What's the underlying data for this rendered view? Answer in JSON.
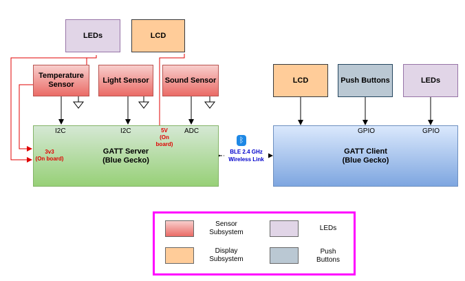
{
  "top_boxes": {
    "leds": "LEDs",
    "lcd": "LCD"
  },
  "sensors": {
    "temperature": "Temperature\nSensor",
    "light": "Light Sensor",
    "sound": "Sound Sensor"
  },
  "server": {
    "title": "GATT Server\n(Blue Gecko)",
    "port_i2c_1": "I2C",
    "port_i2c_2": "I2C",
    "port_adc": "ADC",
    "power_5v": "5V\n(On board)",
    "power_3v3": "3v3\n(On board)"
  },
  "client": {
    "title": "GATT Client\n(Blue Gecko)",
    "lcd": "LCD",
    "push_buttons": "Push Buttons",
    "leds": "LEDs",
    "port_gpio_1": "GPIO",
    "port_gpio_2": "GPIO"
  },
  "link": {
    "label": "BLE 2.4 GHz\nWireless Link",
    "icon": "bluetooth-icon"
  },
  "legend": {
    "sensor": "Sensor\nSubsystem",
    "display": "Display\nSubsystem",
    "leds": "LEDs",
    "push_buttons": "Push\nButtons"
  },
  "colors": {
    "power_line": "#e00000",
    "legend_border": "#ff00ff",
    "link_text": "#0000cc"
  }
}
